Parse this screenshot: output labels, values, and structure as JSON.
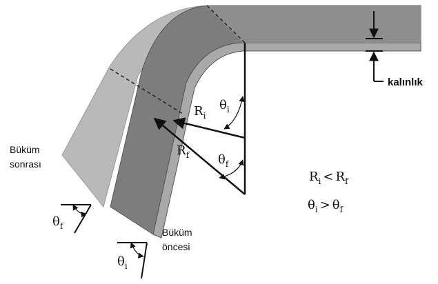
{
  "labels": {
    "thickness": "kalınlık",
    "after_bend_line1": "Büküm",
    "after_bend_line2": "sonrası",
    "before_bend_line1": "Büküm",
    "before_bend_line2": "öncesi"
  },
  "symbols": {
    "theta": "θ",
    "R": "R",
    "sub_i": "i",
    "sub_f": "f",
    "lt": "<",
    "gt": ">"
  },
  "relations": {
    "r_left": "R",
    "r_left_sub": "i",
    "r_op": "<",
    "r_right": "R",
    "r_right_sub": "f",
    "t_left": "θ",
    "t_left_sub": "i",
    "t_op": ">",
    "t_right": "θ",
    "t_right_sub": "f"
  },
  "colors": {
    "light_sheet": "#b9b9b9",
    "mid_sheet": "#9a9a9a",
    "dark_sheet": "#6f6f6f",
    "edge": "#555555",
    "ink": "#111111"
  }
}
